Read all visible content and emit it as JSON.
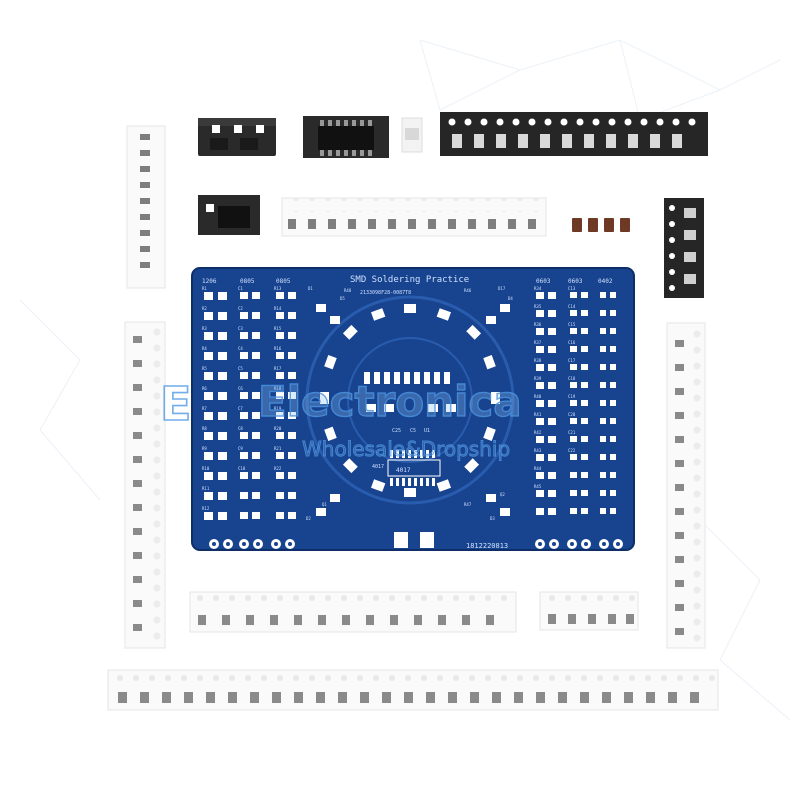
{
  "photo": {
    "pcb": {
      "title": "SMD Soldering Practice",
      "code": "2133098F28-0087T8",
      "serial": "1812220813",
      "column_headers": [
        "1206",
        "0805",
        "0805",
        "0603",
        "0603",
        "0402"
      ],
      "labels_left": [
        "R1",
        "R2",
        "R3",
        "R4",
        "R5",
        "R6",
        "R7",
        "R8",
        "R9",
        "R10",
        "R11",
        "R12"
      ],
      "labels_mid_left": [
        "C1",
        "C2",
        "C3",
        "C4",
        "C5",
        "C6",
        "C7",
        "C8",
        "C9",
        "C10"
      ],
      "labels_mid": [
        "R13",
        "R14",
        "R15",
        "R16",
        "R17",
        "R18",
        "R19",
        "R20",
        "R21",
        "R22"
      ],
      "labels_right": [
        "R34",
        "R35",
        "R36",
        "R37",
        "R38",
        "R39",
        "R40",
        "R41",
        "R42",
        "R43",
        "R44",
        "R45"
      ],
      "labels_right2": [
        "C13",
        "C14",
        "C15",
        "C16",
        "C17",
        "C18",
        "C19",
        "C20",
        "C21",
        "C22"
      ],
      "top_labels": [
        "D1",
        "R48",
        "R46",
        "D17"
      ],
      "center_labels": [
        "C25",
        "C5",
        "U1",
        "4017"
      ],
      "ic_label": "4017",
      "corner_labels": [
        "D2",
        "Q1",
        "R47",
        "D3",
        "Q2",
        "D5",
        "D4"
      ]
    },
    "watermark": {
      "logo_mark": "E",
      "brand": "Electronica",
      "tagline": "Wholesale&Dropship"
    }
  }
}
